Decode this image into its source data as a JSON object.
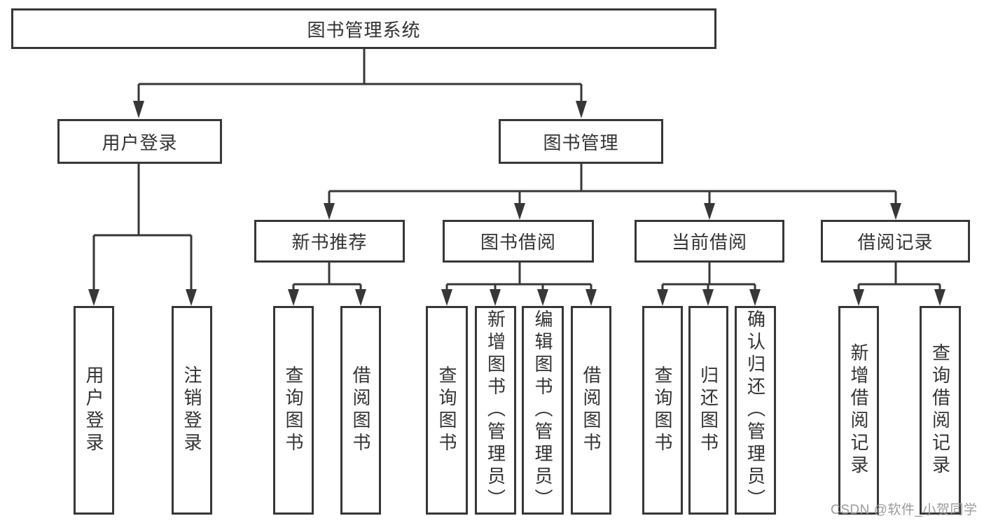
{
  "colors": {
    "line": "#373737",
    "text": "#333333",
    "watermark": "#9b9b9b",
    "background": "#ffffff"
  },
  "tree": {
    "root": {
      "label": "图书管理系统"
    },
    "branches": [
      {
        "label": "用户登录",
        "children": [
          {
            "label": "用户登录"
          },
          {
            "label": "注销登录"
          }
        ]
      },
      {
        "label": "图书管理",
        "children": [
          {
            "label": "新书推荐",
            "children": [
              {
                "label": "查询图书"
              },
              {
                "label": "借阅图书"
              }
            ]
          },
          {
            "label": "图书借阅",
            "children": [
              {
                "label": "查询图书"
              },
              {
                "label": "新增图书（管理员）"
              },
              {
                "label": "编辑图书（管理员）"
              },
              {
                "label": "借阅图书"
              }
            ]
          },
          {
            "label": "当前借阅",
            "children": [
              {
                "label": "查询图书"
              },
              {
                "label": "归还图书"
              },
              {
                "label": "确认归还（管理员）"
              }
            ]
          },
          {
            "label": "借阅记录",
            "children": [
              {
                "label": "新增借阅记录"
              },
              {
                "label": "查询借阅记录"
              }
            ]
          }
        ]
      }
    ]
  },
  "watermark": {
    "text": "CSDN @软件_小贺同学"
  }
}
